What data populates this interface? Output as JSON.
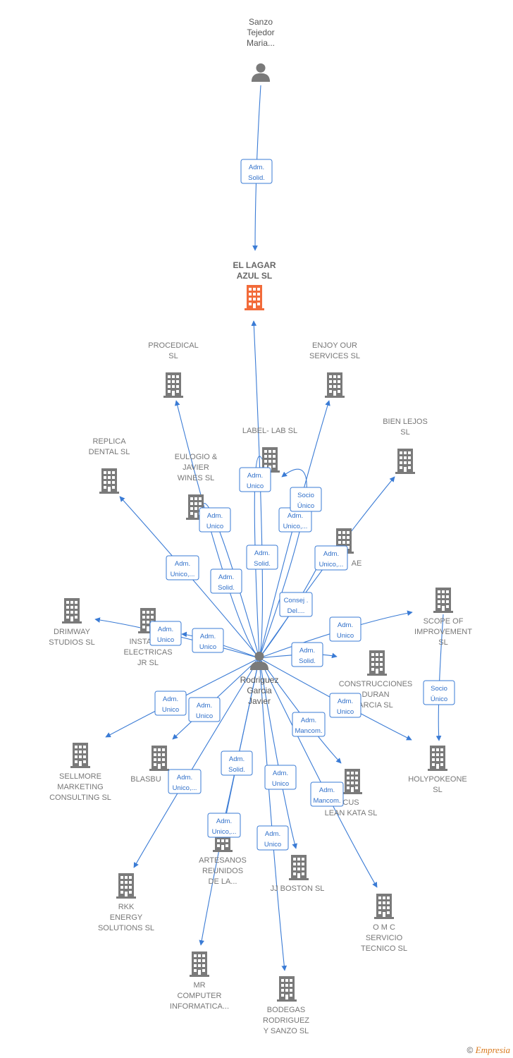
{
  "colors": {
    "edge": "#3a7bd5",
    "building": "#7a7a7a",
    "focus": "#f26b3a",
    "person": "#7a7a7a"
  },
  "footer": {
    "copyright": "©",
    "brand": "Empresia"
  },
  "nodes": [
    {
      "id": "sanzo",
      "kind": "person",
      "lines": [
        "Sanzo",
        "Tejedor",
        "Maria..."
      ],
      "icon": "person-icon"
    },
    {
      "id": "ellagar",
      "kind": "focus",
      "lines": [
        "EL LAGAR",
        "AZUL  SL"
      ],
      "icon": "building-icon"
    },
    {
      "id": "procedical",
      "kind": "company",
      "lines": [
        "PROCEDICAL",
        "SL"
      ],
      "icon": "building-icon"
    },
    {
      "id": "enjoy",
      "kind": "company",
      "lines": [
        "ENJOY OUR",
        "SERVICES  SL"
      ],
      "icon": "building-icon"
    },
    {
      "id": "bienlejos",
      "kind": "company",
      "lines": [
        "BIEN LEJOS",
        "SL"
      ],
      "icon": "building-icon"
    },
    {
      "id": "replica",
      "kind": "company",
      "lines": [
        "REPLICA",
        "DENTAL  SL"
      ],
      "icon": "building-icon"
    },
    {
      "id": "labellab",
      "kind": "company",
      "lines": [
        "LABEL- LAB  SL"
      ],
      "icon": "building-icon"
    },
    {
      "id": "eulogio",
      "kind": "company",
      "lines": [
        "EULOGIO &",
        "JAVIER",
        "WINES  SL"
      ],
      "icon": "building-icon"
    },
    {
      "id": "ae",
      "kind": "company",
      "lines": [
        "AE"
      ],
      "icon": "building-icon"
    },
    {
      "id": "drimway",
      "kind": "company",
      "lines": [
        "DRIMWAY",
        "STUDIOS SL"
      ],
      "icon": "building-icon"
    },
    {
      "id": "instalac",
      "kind": "company",
      "lines": [
        "INSTALAC",
        "ELECTRICAS",
        "JR  SL"
      ],
      "icon": "building-icon"
    },
    {
      "id": "scope",
      "kind": "company",
      "lines": [
        "SCOPE OF",
        "IMPROVEMENT",
        "SL"
      ],
      "icon": "building-icon"
    },
    {
      "id": "construcciones",
      "kind": "company",
      "lines": [
        "CONSTRUCCIONES",
        "DURAN",
        "ARCIA SL"
      ],
      "icon": "building-icon"
    },
    {
      "id": "rodriguez",
      "kind": "person",
      "lines": [
        "Rodriguez",
        "Garcia",
        "Javier"
      ],
      "icon": "person-icon"
    },
    {
      "id": "sellmore",
      "kind": "company",
      "lines": [
        "SELLMORE",
        "MARKETING",
        "CONSULTING SL"
      ],
      "icon": "building-icon"
    },
    {
      "id": "blasbu",
      "kind": "company",
      "lines": [
        "BLASBU"
      ],
      "icon": "building-icon"
    },
    {
      "id": "holypokeone",
      "kind": "company",
      "lines": [
        "HOLYPOKEONE",
        "SL"
      ],
      "icon": "building-icon"
    },
    {
      "id": "focus",
      "kind": "company",
      "lines": [
        "CUS",
        "LEAN KATA  SL"
      ],
      "icon": "building-icon"
    },
    {
      "id": "artesanos",
      "kind": "company",
      "lines": [
        "ARTESANOS",
        "REUNIDOS",
        "DE LA..."
      ],
      "icon": "building-icon"
    },
    {
      "id": "jjboston",
      "kind": "company",
      "lines": [
        "JJ BOSTON  SL"
      ],
      "icon": "building-icon"
    },
    {
      "id": "rkk",
      "kind": "company",
      "lines": [
        "RKK",
        "ENERGY",
        "SOLUTIONS SL"
      ],
      "icon": "building-icon"
    },
    {
      "id": "omc",
      "kind": "company",
      "lines": [
        "O M C",
        "SERVICIO",
        "TECNICO SL"
      ],
      "icon": "building-icon"
    },
    {
      "id": "mr",
      "kind": "company",
      "lines": [
        "MR",
        "COMPUTER",
        "INFORMATICA..."
      ],
      "icon": "building-icon"
    },
    {
      "id": "bodegas",
      "kind": "company",
      "lines": [
        "BODEGAS",
        "RODRIGUEZ",
        "Y SANZO  SL"
      ],
      "icon": "building-icon"
    }
  ],
  "edges": [
    {
      "from": "sanzo",
      "to": "ellagar",
      "label": [
        "Adm.",
        "Solid."
      ]
    },
    {
      "from": "rodriguez",
      "to": "ellagar",
      "label": [
        "Adm.",
        "Solid."
      ]
    },
    {
      "from": "rodriguez",
      "to": "procedical",
      "label": [
        "Adm.",
        "Solid."
      ]
    },
    {
      "from": "rodriguez",
      "to": "enjoy",
      "label": [
        "Adm.",
        "Unico,..."
      ]
    },
    {
      "from": "rodriguez",
      "to": "labellab",
      "label": [
        "Socio",
        "Único"
      ]
    },
    {
      "from": "rodriguez",
      "to": "bienlejos",
      "label": [
        "Adm.",
        "Unico,..."
      ]
    },
    {
      "from": "rodriguez",
      "to": "replica",
      "label": [
        "Adm.",
        "Unico,..."
      ]
    },
    {
      "from": "rodriguez",
      "to": "eulogio",
      "label": [
        "Adm.",
        "Unico"
      ]
    },
    {
      "from": "rodriguez",
      "to": "ae",
      "label": [
        "Consej .",
        "Del...."
      ]
    },
    {
      "from": "rodriguez",
      "to": "labellab",
      "label": [
        "Adm.",
        "Unico"
      ]
    },
    {
      "from": "rodriguez",
      "to": "drimway",
      "label": [
        "Adm.",
        "Unico"
      ]
    },
    {
      "from": "rodriguez",
      "to": "instalac",
      "label": [
        "Adm.",
        "Unico"
      ]
    },
    {
      "from": "rodriguez",
      "to": "scope",
      "label": [
        "Adm.",
        "Unico"
      ]
    },
    {
      "from": "rodriguez",
      "to": "construcciones",
      "label": [
        "Adm.",
        "Solid."
      ]
    },
    {
      "from": "scope",
      "to": "holypokeone",
      "label": [
        "Socio",
        "Único"
      ]
    },
    {
      "from": "rodriguez",
      "to": "holypokeone",
      "label": [
        "Adm.",
        "Unico"
      ]
    },
    {
      "from": "rodriguez",
      "to": "sellmore",
      "label": [
        "Adm.",
        "Unico"
      ]
    },
    {
      "from": "rodriguez",
      "to": "blasbu",
      "label": [
        "Adm.",
        "Unico"
      ]
    },
    {
      "from": "rodriguez",
      "to": "focus",
      "label": [
        "Adm.",
        "Mancom."
      ]
    },
    {
      "from": "rodriguez",
      "to": "omc",
      "label": [
        "Adm.",
        "Mancom."
      ]
    },
    {
      "from": "rodriguez",
      "to": "artesanos",
      "label": [
        "Adm.",
        "Solid."
      ]
    },
    {
      "from": "rodriguez",
      "to": "jjboston",
      "label": [
        "Adm.",
        "Unico"
      ]
    },
    {
      "from": "rodriguez",
      "to": "rkk",
      "label": [
        "Adm.",
        "Unico,..."
      ]
    },
    {
      "from": "rodriguez",
      "to": "mr",
      "label": [
        "Adm.",
        "Unico,..."
      ]
    },
    {
      "from": "rodriguez",
      "to": "bodegas",
      "label": [
        "Adm.",
        "Unico"
      ]
    }
  ]
}
